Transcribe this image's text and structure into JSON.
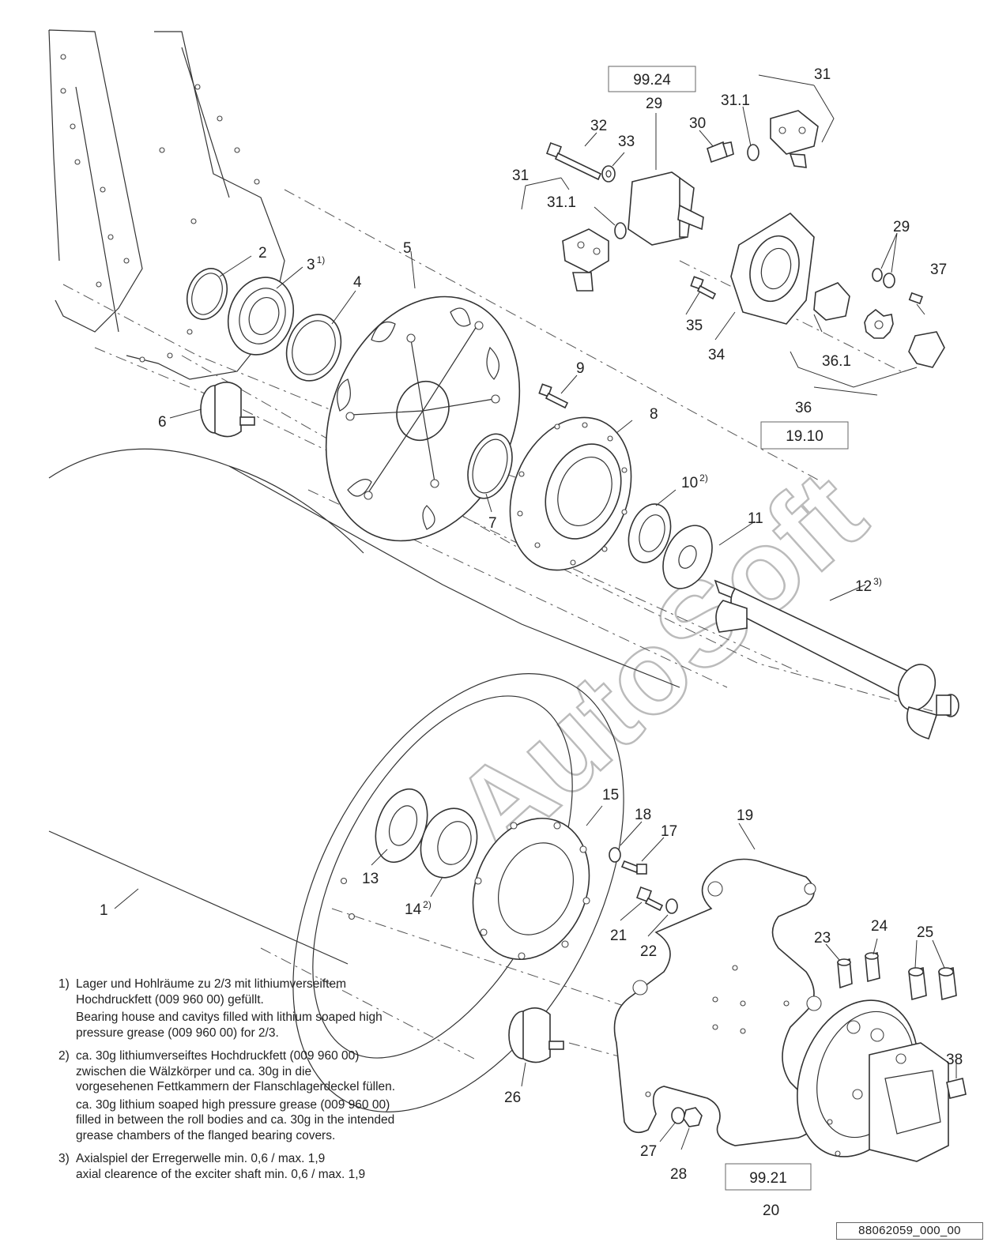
{
  "watermark": "AutoSoft",
  "callouts": [
    {
      "label": "1"
    },
    {
      "label": "2"
    },
    {
      "label": "3",
      "sup": "1)"
    },
    {
      "label": "4"
    },
    {
      "label": "5"
    },
    {
      "label": "6"
    },
    {
      "label": "7"
    },
    {
      "label": "8"
    },
    {
      "label": "9"
    },
    {
      "label": "10",
      "sup": "2)"
    },
    {
      "label": "11"
    },
    {
      "label": "12",
      "sup": "3)"
    },
    {
      "label": "13"
    },
    {
      "label": "14",
      "sup": "2)"
    },
    {
      "label": "15"
    },
    {
      "label": "17"
    },
    {
      "label": "18"
    },
    {
      "label": "19"
    },
    {
      "label": "20"
    },
    {
      "label": "21"
    },
    {
      "label": "22"
    },
    {
      "label": "23"
    },
    {
      "label": "24"
    },
    {
      "label": "25"
    },
    {
      "label": "26"
    },
    {
      "label": "27"
    },
    {
      "label": "28"
    },
    {
      "label": "29"
    },
    {
      "label": "29"
    },
    {
      "label": "30"
    },
    {
      "label": "31"
    },
    {
      "label": "31"
    },
    {
      "label": "31.1"
    },
    {
      "label": "31.1"
    },
    {
      "label": "32"
    },
    {
      "label": "33"
    },
    {
      "label": "34"
    },
    {
      "label": "35"
    },
    {
      "label": "36"
    },
    {
      "label": "36.1"
    },
    {
      "label": "37"
    },
    {
      "label": "38"
    }
  ],
  "reference_boxes": [
    "99.24",
    "19.10",
    "99.21"
  ],
  "notes": [
    {
      "number": "1)",
      "de": [
        "Lager und Hohlräume zu 2/3 mit lithiumverseiftem",
        "Hochdruckfett (009 960 00) gefüllt."
      ],
      "en": [
        "Bearing house and cavitys filled with lithium soaped high",
        "pressure grease (009 960 00) for 2/3."
      ]
    },
    {
      "number": "2)",
      "de": [
        "ca. 30g lithiumverseiftes Hochdruckfett (009 960 00)",
        "zwischen die Wälzkörper und ca. 30g in die",
        "vorgesehenen Fettkammern der Flanschlagerdeckel füllen."
      ],
      "en": [
        "ca. 30g lithium soaped high pressure grease (009 960 00)",
        "filled in between the roll bodies and ca. 30g in the intended",
        "grease chambers of the flanged bearing covers."
      ]
    },
    {
      "number": "3)",
      "de": [
        "Axialspiel der Erregerwelle min. 0,6 / max. 1,9"
      ],
      "en": [
        "axial clearence of the exciter shaft min. 0,6 / max. 1,9"
      ]
    }
  ],
  "drawing_number": "88062059_000_00"
}
